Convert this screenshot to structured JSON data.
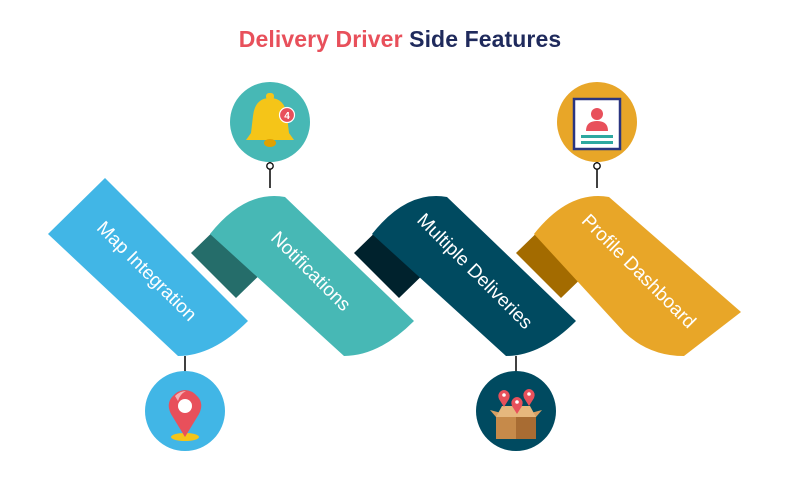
{
  "title": {
    "part_one": "Delivery Driver",
    "part_two": "Side Features"
  },
  "features": [
    {
      "label": "Map Integration",
      "icon": "location-pin-icon",
      "color": "#41b6e6"
    },
    {
      "label": "Notifications",
      "icon": "notification-bell-icon",
      "color": "#47b8b5"
    },
    {
      "label": "Multiple Deliveries",
      "icon": "delivery-box-icon",
      "color": "#004a60"
    },
    {
      "label": "Profile Dashboard",
      "icon": "profile-card-icon",
      "color": "#e8a628"
    }
  ],
  "bell_badge": "4",
  "colors": {
    "title_accent": "#e8505b",
    "title_dark": "#1f2a5c",
    "connector_teal_dark": "#256d6a",
    "connector_navy_dark": "#00222d",
    "connector_gold_dark": "#a36b00"
  }
}
